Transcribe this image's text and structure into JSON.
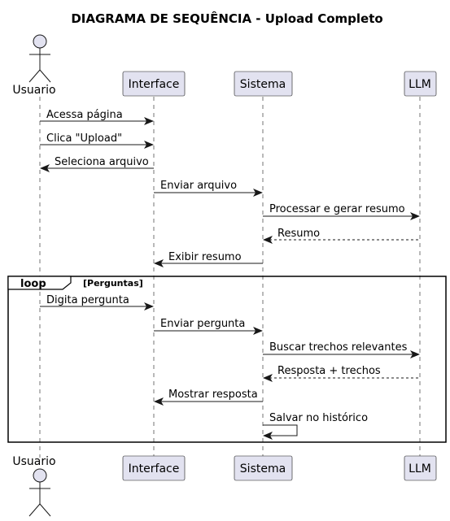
{
  "title": "DIAGRAMA DE SEQUÊNCIA - Upload Completo",
  "participants": {
    "usuario": {
      "label": "Usuario",
      "kind": "actor"
    },
    "interface": {
      "label": "Interface",
      "kind": "participant"
    },
    "sistema": {
      "label": "Sistema",
      "kind": "participant"
    },
    "llm": {
      "label": "LLM",
      "kind": "participant"
    }
  },
  "loop": {
    "keyword": "loop",
    "guard": "[Perguntas]"
  },
  "messages": [
    {
      "from": "usuario",
      "to": "interface",
      "text": "Acessa página",
      "style": "solid"
    },
    {
      "from": "usuario",
      "to": "interface",
      "text": "Clica \"Upload\"",
      "style": "solid"
    },
    {
      "from": "interface",
      "to": "usuario",
      "text": "Seleciona arquivo",
      "style": "solid"
    },
    {
      "from": "interface",
      "to": "sistema",
      "text": "Enviar arquivo",
      "style": "solid"
    },
    {
      "from": "sistema",
      "to": "llm",
      "text": "Processar e gerar resumo",
      "style": "solid"
    },
    {
      "from": "llm",
      "to": "sistema",
      "text": "Resumo",
      "style": "dashed"
    },
    {
      "from": "sistema",
      "to": "interface",
      "text": "Exibir resumo",
      "style": "solid"
    },
    {
      "from": "usuario",
      "to": "interface",
      "text": "Digita pergunta",
      "style": "solid"
    },
    {
      "from": "interface",
      "to": "sistema",
      "text": "Enviar pergunta",
      "style": "solid"
    },
    {
      "from": "sistema",
      "to": "llm",
      "text": "Buscar trechos relevantes",
      "style": "solid"
    },
    {
      "from": "llm",
      "to": "sistema",
      "text": "Resposta + trechos",
      "style": "dashed"
    },
    {
      "from": "sistema",
      "to": "interface",
      "text": "Mostrar resposta",
      "style": "solid"
    },
    {
      "from": "sistema",
      "to": "sistema",
      "text": "Salvar no histórico",
      "style": "self"
    }
  ],
  "colors": {
    "participant_fill": "#E2E2F0",
    "line": "#181818"
  }
}
